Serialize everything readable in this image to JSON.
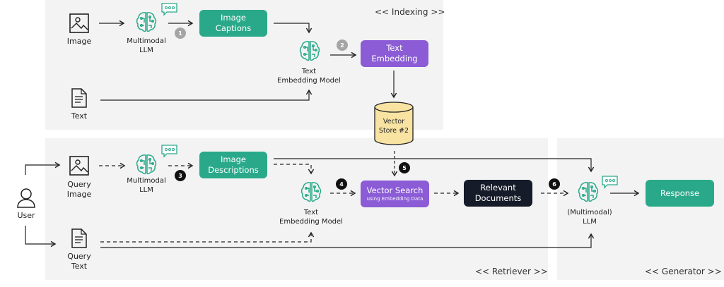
{
  "panels": {
    "indexing": "<< Indexing >>",
    "retriever": "<< Retriever >>",
    "generator": "<< Generator >>"
  },
  "indexing": {
    "image_label": "Image",
    "llm_label_1": "Multimodal",
    "llm_label_2": "LLM",
    "captions_1": "Image",
    "captions_2": "Captions",
    "embed_model_1": "Text",
    "embed_model_2": "Embedding Model",
    "text_embedding_1": "Text",
    "text_embedding_2": "Embedding",
    "text_label": "Text",
    "step1": "1",
    "step2": "2"
  },
  "vector_store": {
    "line1": "Vector",
    "line2": "Store #2"
  },
  "retriever": {
    "user_label": "User",
    "query_image_1": "Query",
    "query_image_2": "Image",
    "llm_label_1": "Multimodal",
    "llm_label_2": "LLM",
    "descriptions_1": "Image",
    "descriptions_2": "Descriptions",
    "embed_model_1": "Text",
    "embed_model_2": "Embedding Model",
    "vector_search": "Vector Search",
    "vector_search_sub": "using Embedding Data",
    "relevant_1": "Relevant",
    "relevant_2": "Documents",
    "query_text_1": "Query",
    "query_text_2": "Text",
    "step3": "3",
    "step4": "4",
    "step5": "5",
    "step6": "6"
  },
  "generator": {
    "llm_label_1": "(Multimodal)",
    "llm_label_2": "LLM",
    "response": "Response"
  },
  "colors": {
    "green": "#2aa98a",
    "purple": "#8b5cd6",
    "dark": "#161b29",
    "cylinder": "#f8e3a3"
  }
}
